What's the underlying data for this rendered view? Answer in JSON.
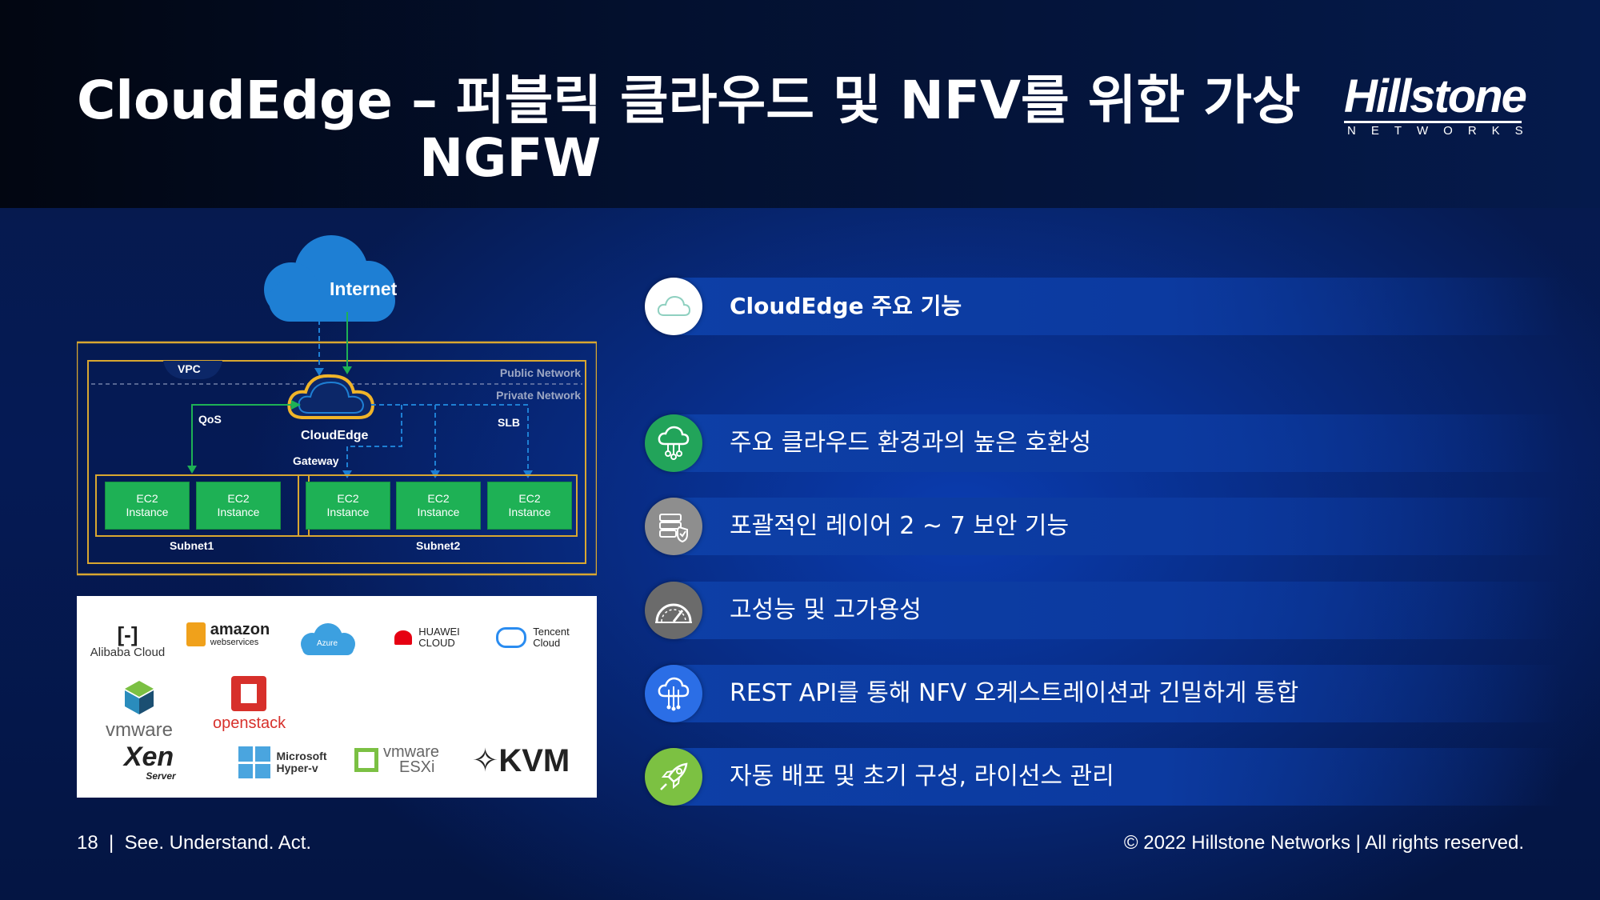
{
  "title": {
    "line1": "CloudEdge – 퍼블릭 클라우드 및 NFV를 위한 가상",
    "line2": "NGFW"
  },
  "logo": {
    "name": "Hillstone",
    "sub": "NETWORKS"
  },
  "diagram": {
    "internet": "Internet",
    "vpc": "VPC",
    "public_network": "Public Network",
    "private_network": "Private Network",
    "qos": "QoS",
    "slb": "SLB",
    "cloudedge": "CloudEdge",
    "gateway": "Gateway",
    "subnet1": "Subnet1",
    "subnet2": "Subnet2",
    "ec2_line1": "EC2",
    "ec2_line2": "Instance"
  },
  "vendors": {
    "alibaba": "Alibaba Cloud",
    "amazon": "amazon",
    "amazon_sub": "webservices",
    "azure": "Azure",
    "huawei": "HUAWEI",
    "huawei_sub": "CLOUD",
    "tencent": "Tencent",
    "tencent_sub": "Cloud",
    "vmware": "vmware",
    "openstack": "openstack",
    "xen": "Xen",
    "xen_sub": "Server",
    "microsoft": "Microsoft",
    "microsoft_sub": "Hyper-v",
    "esxi": "vmware",
    "esxi_sub": "ESXi",
    "kvm": "KVM"
  },
  "features": {
    "header": "CloudEdge 주요 기능",
    "items": [
      {
        "label": "주요 클라우드 환경과의 높은 호환성",
        "icon": "cloud-network-icon",
        "color": "#22a45a"
      },
      {
        "label": "포괄적인 레이어 2 ~ 7 보안 기능",
        "icon": "server-shield-icon",
        "color": "#8e8e8e"
      },
      {
        "label": "고성능 및 고가용성",
        "icon": "speedometer-icon",
        "color": "#6b6b6b"
      },
      {
        "label": "REST API를 통해 NFV 오케스트레이션과 긴밀하게 통합",
        "icon": "cloud-circuit-icon",
        "color": "#2b6ee6"
      },
      {
        "label": "자동 배포 및 초기 구성, 라이선스 관리",
        "icon": "rocket-icon",
        "color": "#7cc142"
      }
    ]
  },
  "footer": {
    "page_number": "18",
    "separator": "|",
    "tagline": "See. Understand. Act.",
    "copyright": "© 2022 Hillstone Networks | All rights reserved."
  }
}
